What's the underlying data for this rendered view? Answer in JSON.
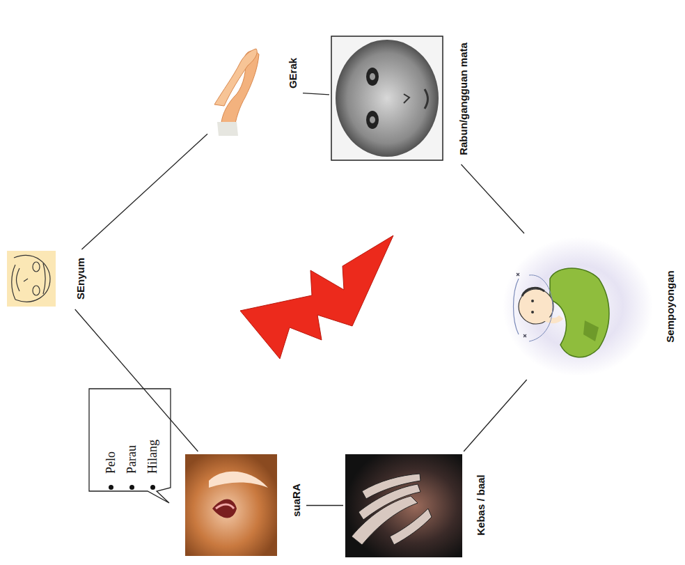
{
  "diagram": {
    "nodes": [
      {
        "text": [
          "SEnyum"
        ]
      },
      {
        "text": [
          "GErak"
        ]
      },
      {
        "text": [
          "Rabun/gangguan mata"
        ]
      },
      {
        "text": [
          "Sempoyongan"
        ]
      },
      {
        "text": [
          "Kebas / baal"
        ]
      },
      {
        "text": [
          "suaRA"
        ]
      },
      {
        "text": [
          "Pelo",
          "Parau",
          "Hilang"
        ]
      }
    ],
    "edges": [
      {
        "from": 0,
        "to": 1,
        "arrow": "none"
      },
      {
        "from": 1,
        "to": 2,
        "arrow": "none"
      },
      {
        "from": 2,
        "to": 3,
        "arrow": "none"
      },
      {
        "from": 3,
        "to": 4,
        "arrow": "none"
      },
      {
        "from": 5,
        "to": 4,
        "arrow": "none"
      },
      {
        "from": 0,
        "to": 5,
        "arrow": "none"
      }
    ]
  }
}
